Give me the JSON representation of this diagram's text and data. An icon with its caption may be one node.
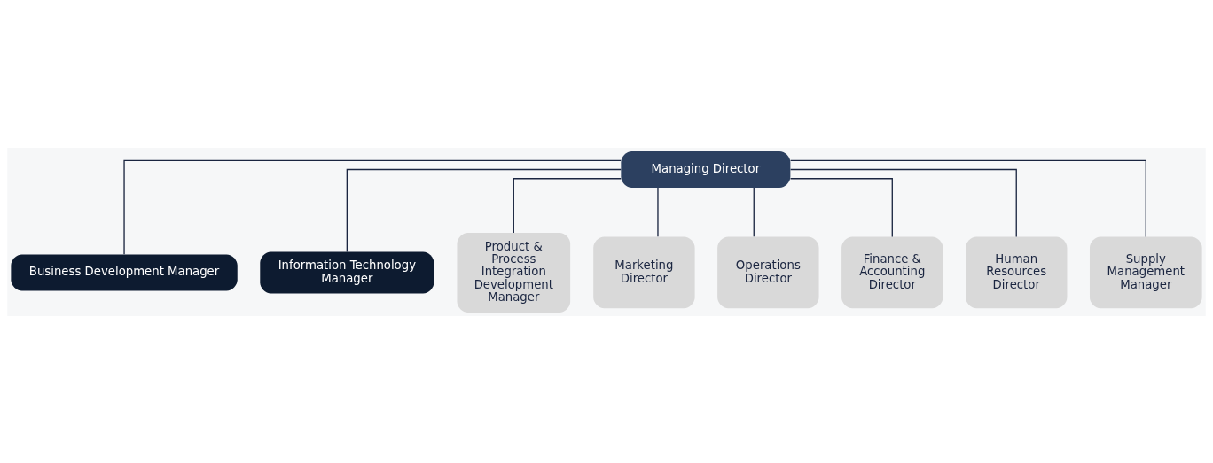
{
  "diagram": {
    "nodes": [
      {
        "text": [
          "Managing Director"
        ]
      },
      {
        "text": [
          "Business Development Manager"
        ]
      },
      {
        "text": [
          "Information Technology Manager"
        ]
      },
      {
        "text": [
          "Product & Process Integration Development Manager"
        ]
      },
      {
        "text": [
          "Marketing Director"
        ]
      },
      {
        "text": [
          "Operations Director"
        ]
      },
      {
        "text": [
          "Finance & Accounting Director"
        ]
      },
      {
        "text": [
          "Human Resources Director"
        ]
      },
      {
        "text": [
          "Supply Management Manager"
        ]
      }
    ],
    "edges": [
      {
        "from": 0,
        "to": 1,
        "arrow": "none"
      },
      {
        "from": 0,
        "to": 2,
        "arrow": "none"
      },
      {
        "from": 0,
        "to": 3,
        "arrow": "none"
      },
      {
        "from": 0,
        "to": 4,
        "arrow": "none"
      },
      {
        "from": 0,
        "to": 5,
        "arrow": "none"
      },
      {
        "from": 0,
        "to": 6,
        "arrow": "none"
      },
      {
        "from": 0,
        "to": 7,
        "arrow": "none"
      },
      {
        "from": 0,
        "to": 8,
        "arrow": "none"
      }
    ]
  }
}
